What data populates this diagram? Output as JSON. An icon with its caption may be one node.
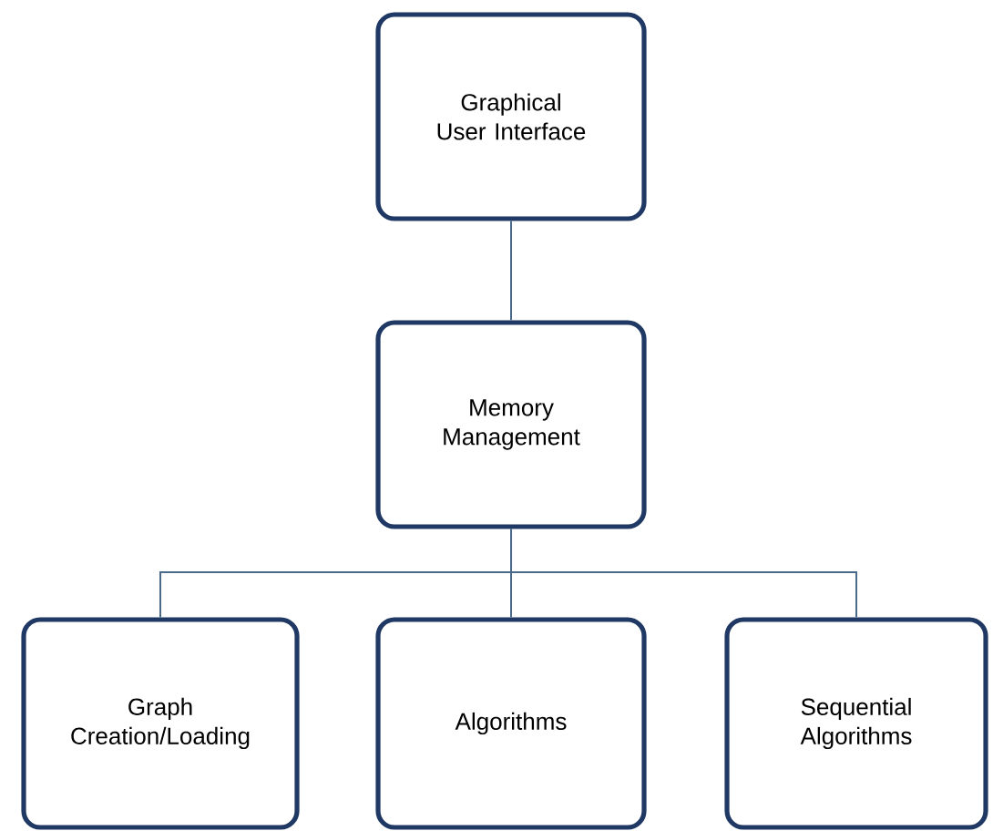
{
  "diagram": {
    "nodes": [
      {
        "text": [
          "Graphical User Interface"
        ]
      },
      {
        "text": [
          "Memory Management"
        ]
      },
      {
        "text": [
          "Graph Creation/Loading"
        ]
      },
      {
        "text": [
          "Algorithms"
        ]
      },
      {
        "text": [
          "Sequential Algorithms"
        ]
      }
    ],
    "edges": [
      {
        "from": 0,
        "to": 1,
        "arrow": "none"
      },
      {
        "from": 1,
        "to": 2,
        "arrow": "none"
      },
      {
        "from": 1,
        "to": 3,
        "arrow": "none"
      },
      {
        "from": 1,
        "to": 4,
        "arrow": "none"
      }
    ]
  }
}
